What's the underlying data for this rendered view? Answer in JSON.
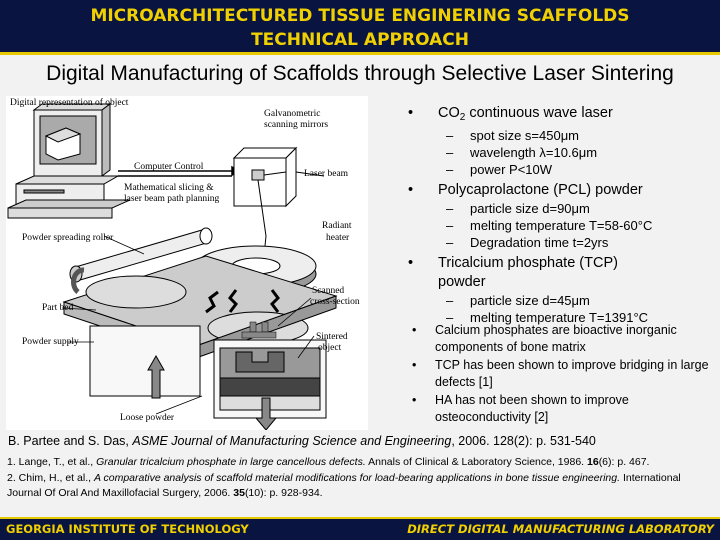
{
  "header": {
    "line1": "MICROARCHITECTURED TISSUE ENGINERING SCAFFOLDS",
    "line2": "TECHNICAL APPROACH"
  },
  "subtitle": "Digital Manufacturing of Scaffolds through Selective Laser Sintering",
  "figure": {
    "labels": {
      "digital": "Digital representation of object",
      "galvo1": "Galvanometric",
      "galvo2": "scanning mirrors",
      "computer_control": "Computer Control",
      "math1": "Mathematical slicing &",
      "math2": "laser beam path planning",
      "laser_beam": "Laser beam",
      "roller": "Powder spreading roller",
      "radiant1": "Radiant",
      "radiant2": "heater",
      "scanned1": "Scanned",
      "scanned2": "cross-section",
      "part_bed": "Part bed",
      "powder_supply": "Powder supply",
      "sintered1": "Sintered",
      "sintered2": "object",
      "loose_powder": "Loose powder"
    }
  },
  "bullets": {
    "co2_prefix": "CO",
    "co2_sub": "2",
    "co2_suffix": " continuous wave laser",
    "co2_items": [
      "spot size s=450μm",
      "wavelength λ=10.6μm",
      "power  P<10W"
    ],
    "pcl": "Polycaprolactone (PCL) powder",
    "pcl_items": [
      "particle size d=90μm",
      "melting temperature T=58-60°C",
      "Degradation time t=2yrs"
    ],
    "tcp1": "Tricalcium phosphate (TCP)",
    "tcp2": "powder",
    "tcp_items": [
      "particle size d=45μm",
      "melting temperature T=1391°C"
    ],
    "bullet_glyph": "•",
    "dash_glyph": "–"
  },
  "bullets2": [
    "Calcium phosphates are bioactive inorganic components of bone matrix",
    "TCP has been shown to improve bridging in large defects [1]",
    "HA has not been shown to improve osteoconductivity [2]"
  ],
  "citation": {
    "authors": "B. Partee and S. Das, ",
    "journal": "ASME Journal of Manufacturing Science and Engineering",
    "details": ", 2006. 128(2): p. 531-540"
  },
  "references": [
    {
      "prefix": "1. Lange, T., et al., ",
      "title": "Granular tricalcium phosphate in large cancellous defects.",
      "journal": " Annals of Clinical & Laboratory Science, 1986. ",
      "volume": "16",
      "rest": "(6): p. 467."
    },
    {
      "prefix": "2. Chim, H., et al., ",
      "title": "A comparative analysis of scaffold material modifications for load-bearing applications in bone tissue engineering.",
      "journal": " International Journal Of Oral And Maxillofacial Surgery, 2006. ",
      "volume": "35",
      "rest": "(10): p. 928-934."
    }
  ],
  "footer": {
    "left": "GEORGIA INSTITUTE OF TECHNOLOGY",
    "right": "DIRECT DIGITAL MANUFACTURING LABORATORY"
  }
}
